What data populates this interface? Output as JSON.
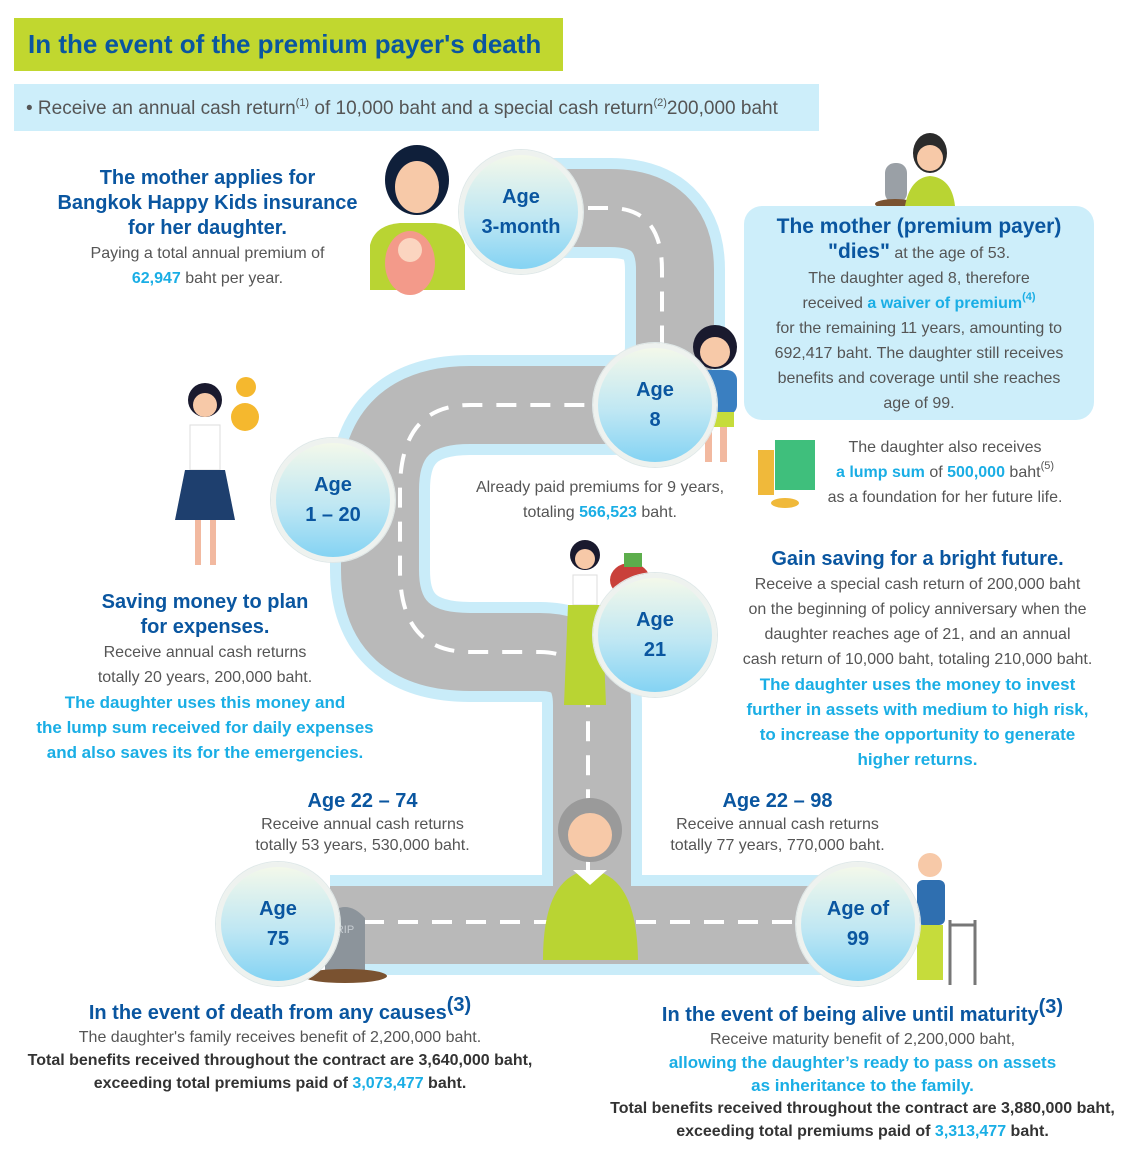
{
  "header": {
    "title": "In the event of the premium payer's death",
    "summary_a": "• Receive an annual cash return",
    "sup1": "(1)",
    "summary_b": " of 10,000 baht and a special cash return",
    "sup2": "(2)",
    "summary_c": "200,000 baht"
  },
  "colors": {
    "title_bg": "#c1d72f",
    "dark_blue": "#0a56a0",
    "accent_blue": "#1aaee5",
    "light_blue": "#cdeefa",
    "road": "#b9b9b9"
  },
  "ages": {
    "a1": [
      "Age",
      "3-month"
    ],
    "a2": [
      "Age",
      "8"
    ],
    "a3": [
      "Age",
      "1 – 20"
    ],
    "a4": [
      "Age",
      "21"
    ],
    "a5": [
      "Age",
      "75"
    ],
    "a6": [
      "Age of",
      "99"
    ]
  },
  "start": {
    "h1": "The mother applies for",
    "h2": "Bangkok Happy Kids insurance",
    "h3": "for her daughter.",
    "t1": "Paying a total annual premium of",
    "amount": "62,947",
    "t2": " baht per year."
  },
  "death": {
    "h1": "The mother (premium payer)",
    "h2": "\"dies\"",
    "t0": " at the age of 53.",
    "t1": "The daughter aged 8, therefore",
    "t2a": "received ",
    "t2b": "a waiver of premium",
    "sup": "(4)",
    "t3": "for the remaining 11 years, amounting to",
    "t4": "692,417 baht. The daughter still receives",
    "t5": "benefits and coverage until she reaches",
    "t6": "age of 99."
  },
  "lump": {
    "t1": "The daughter also receives",
    "t2a": "a lump sum",
    "t2b": " of ",
    "amount": "500,000",
    "t2c": " baht",
    "sup": "(5)",
    "t3": "as a foundation for her future life."
  },
  "paid": {
    "t1": "Already paid premiums for 9 years,",
    "t2a": "totaling ",
    "amount": "566,523",
    "t2b": " baht."
  },
  "saving": {
    "h1": "Saving money to plan",
    "h2": "for expenses.",
    "t1": "Receive annual cash returns",
    "t2": "totally 20 years, 200,000 baht.",
    "b1": "The daughter uses this money and",
    "b2": "the lump sum received for daily expenses",
    "b3": "and also saves its for the emergencies."
  },
  "gain": {
    "h": "Gain saving for a bright future.",
    "t1": "Receive a special cash return of 200,000 baht",
    "t2": "on the beginning of policy anniversary when the",
    "t3": "daughter reaches age of 21, and an annual",
    "t4": "cash return of 10,000 baht, totaling 210,000 baht.",
    "b1": "The daughter uses the money to invest",
    "b2": "further in assets with medium to high risk,",
    "b3": "to increase the opportunity to generate",
    "b4": "higher returns."
  },
  "p74": {
    "h": "Age 22 – 74",
    "t1": "Receive annual cash returns",
    "t2": "totally 53 years, 530,000 baht."
  },
  "p98": {
    "h": "Age 22 – 98",
    "t1": "Receive annual cash returns",
    "t2": "totally 77 years, 770,000 baht."
  },
  "deathany": {
    "h": "In the event of death from any causes",
    "sup": "(3)",
    "t1": "The daughter's family receives benefit of 2,200,000 baht.",
    "k1": "Total benefits received throughout the contract are 3,640,000 baht,",
    "k2a": "exceeding total premiums paid of ",
    "amount": "3,073,477",
    "k2b": " baht.",
    "rip": "RIP"
  },
  "maturity": {
    "h": "In the event of being alive until maturity",
    "sup": "(3)",
    "t1": "Receive maturity benefit of 2,200,000 baht,",
    "b1": "allowing the daughter’s ready to pass on assets",
    "b2": "as inheritance to the family.",
    "k1": "Total benefits received throughout the contract are 3,880,000 baht,",
    "k2a": "exceeding total premiums paid of ",
    "amount": "3,313,477",
    "k2b": " baht."
  }
}
